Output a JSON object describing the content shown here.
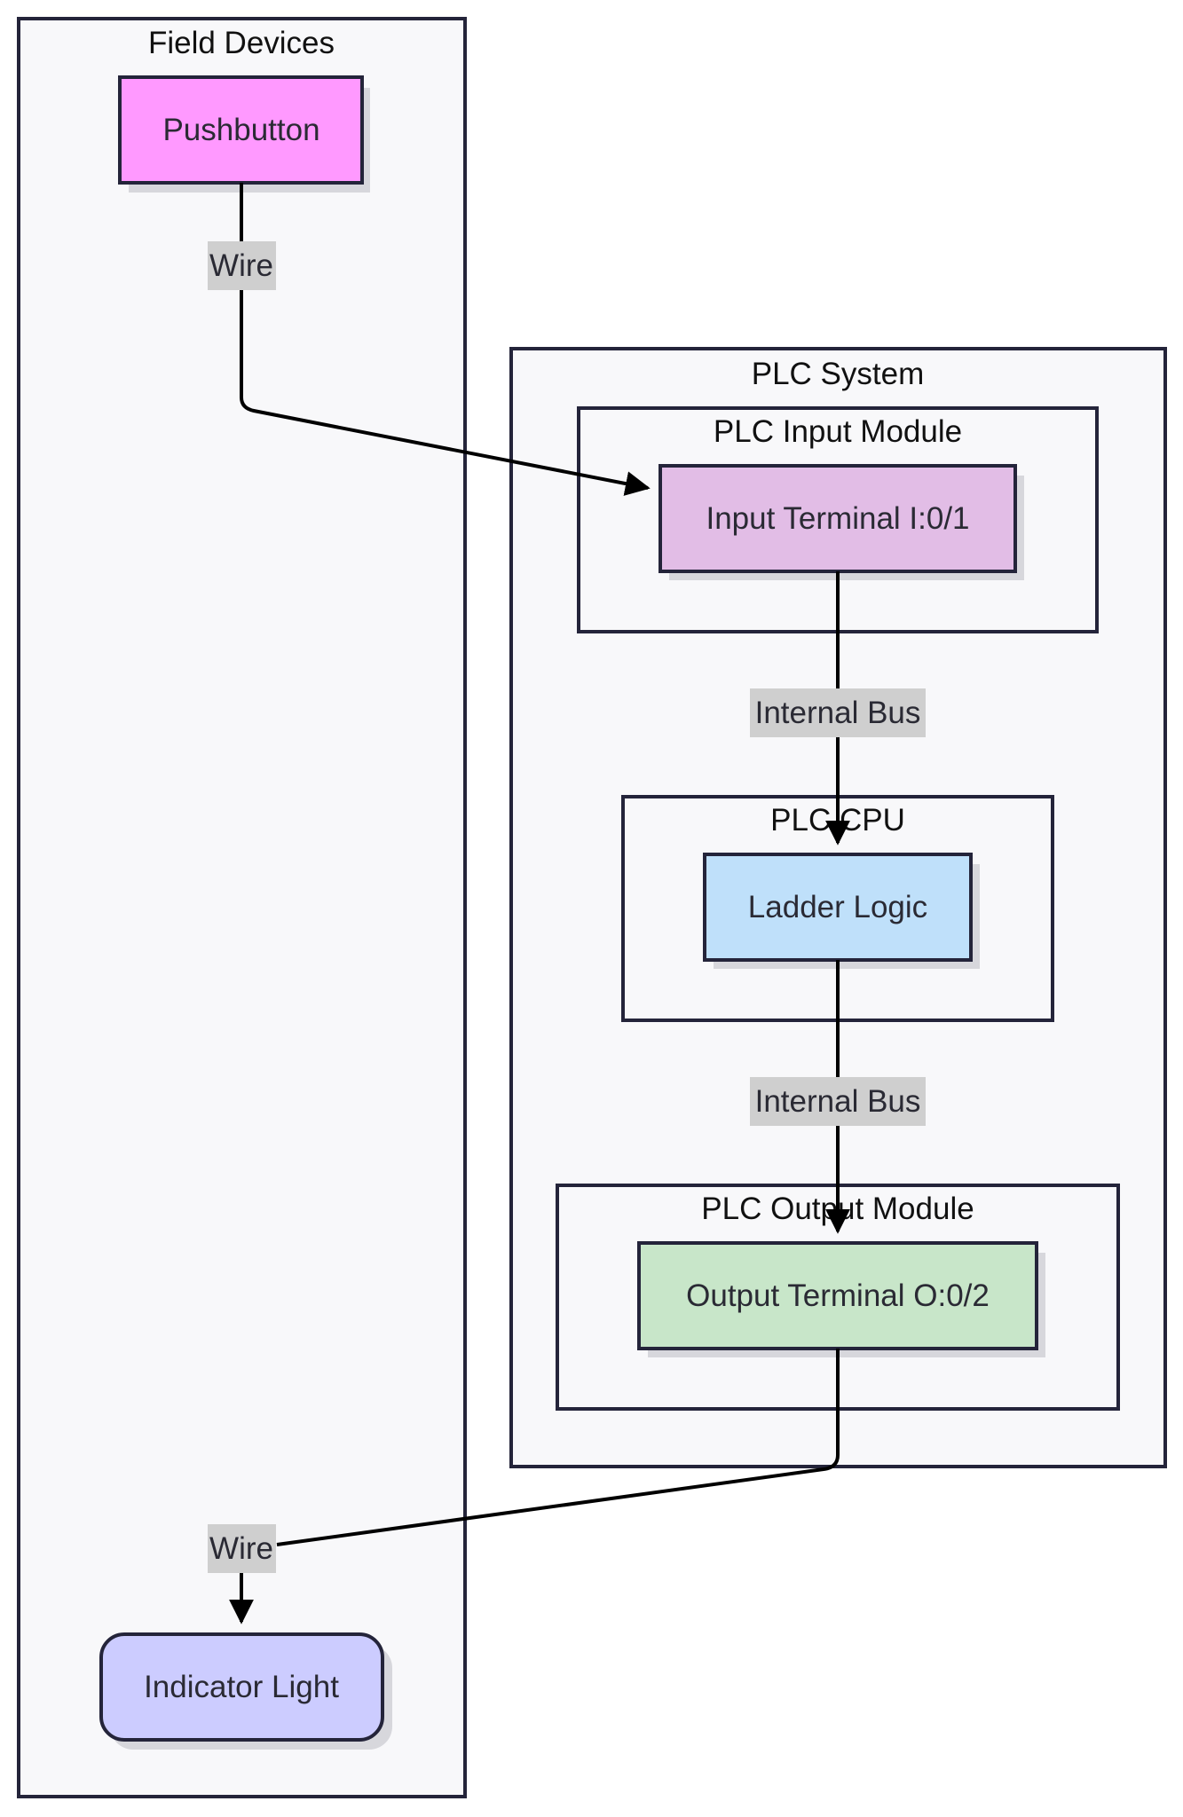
{
  "clusters": {
    "field_devices": "Field Devices",
    "plc_system": "PLC System",
    "plc_input_module": "PLC Input Module",
    "plc_cpu": "PLC CPU",
    "plc_output_module": "PLC Output Module"
  },
  "nodes": {
    "pushbutton": "Pushbutton",
    "input_terminal": "Input Terminal I:0/1",
    "ladder_logic": "Ladder Logic",
    "output_terminal": "Output Terminal O:0/2",
    "indicator_light": "Indicator Light"
  },
  "edges": {
    "wire_in": "Wire",
    "bus_1": "Internal Bus",
    "bus_2": "Internal Bus",
    "wire_out": "Wire"
  },
  "colors": {
    "pushbutton": "#ff99ff",
    "input_terminal": "#e2bde6",
    "ladder_logic": "#bfe0fa",
    "output_terminal": "#c8e6c9",
    "indicator_light": "#ccccff",
    "cluster_fill": "#f8f8fa",
    "stroke": "#24243a"
  }
}
